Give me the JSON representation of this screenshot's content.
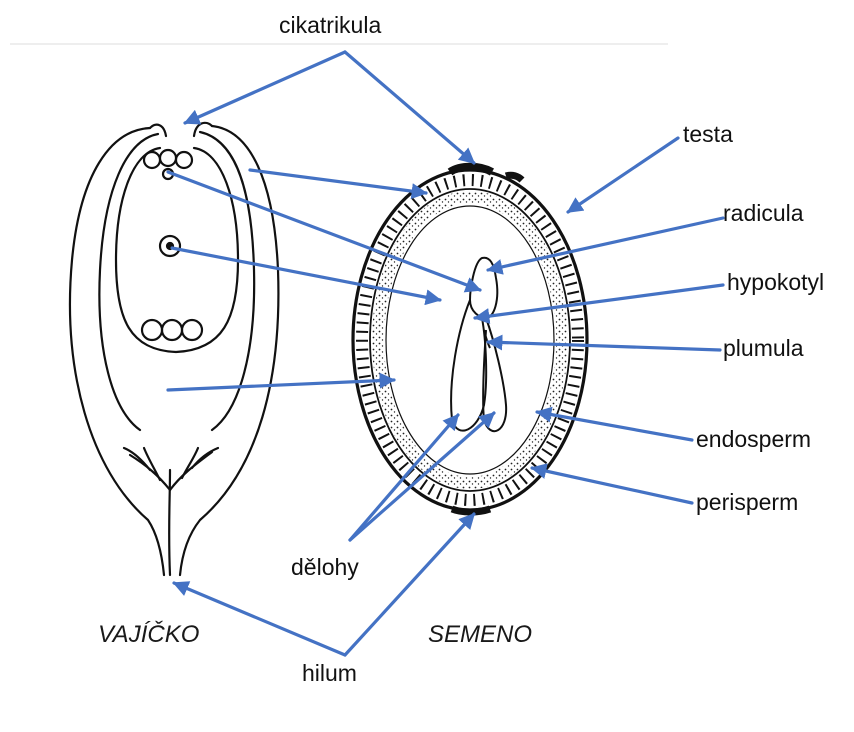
{
  "labels": {
    "cikatrikula": "cikatrikula",
    "testa": "testa",
    "radicula": "radicula",
    "hypokotyl": "hypokotyl",
    "plumula": "plumula",
    "endosperm": "endosperm",
    "perisperm": "perisperm",
    "delohy": "dělohy",
    "hilum": "hilum",
    "vajicko": "VAJÍČKO",
    "semeno": "SEMENO"
  },
  "colors": {
    "arrow": "#4472c4",
    "ink": "#111111",
    "background": "#ffffff"
  }
}
